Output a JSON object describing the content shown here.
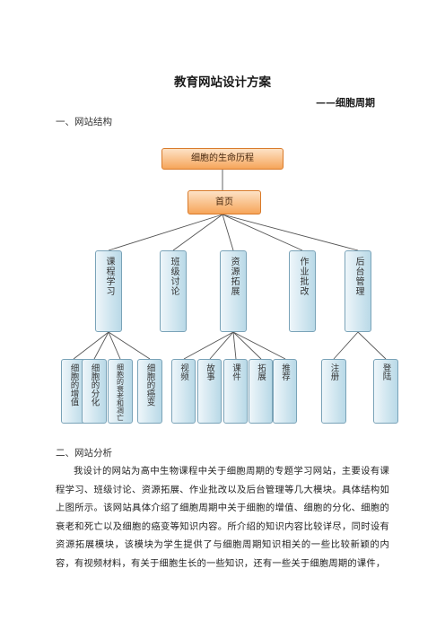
{
  "title": "教育网站设计方案",
  "subtitle": "——细胞周期",
  "section1": {
    "heading": "一、网站结构"
  },
  "diagram": {
    "root": "细胞的生命历程",
    "home": "首页",
    "modules": [
      "课程学习",
      "班级讨论",
      "资源拓展",
      "作业批改",
      "后台管理"
    ],
    "course_children": [
      "细胞的增值",
      "细胞的分化",
      "细胞的衰老和凋亡",
      "细胞的癌变"
    ],
    "resource_children": [
      "视频",
      "故事",
      "课件",
      "拓展",
      "推荐"
    ],
    "admin_children": [
      "注册",
      "登陆"
    ],
    "colors": {
      "top_boxes": "#f6a55a",
      "module_boxes": "#b9d9e7"
    }
  },
  "section2": {
    "heading": "二、网站分析",
    "paragraph": "我设计的网站为高中生物课程中关于细胞周期的专题学习网站，主要设有课程学习、班级讨论、资源拓展、作业批改以及后台管理等几大模块。具体结构如上图所示。该网站具体介绍了细胞周期中关于细胞的增值、细胞的分化、细胞的衰老和死亡以及细胞的癌变等知识内容。所介绍的知识内容比较详尽，同时设有资源拓展模块，该模块为学生提供了与细胞周期知识相关的一些比较新颖的内容，有视频材料，有关于细胞生长的一些知识，还有一些关于细胞周期的课件，"
  }
}
